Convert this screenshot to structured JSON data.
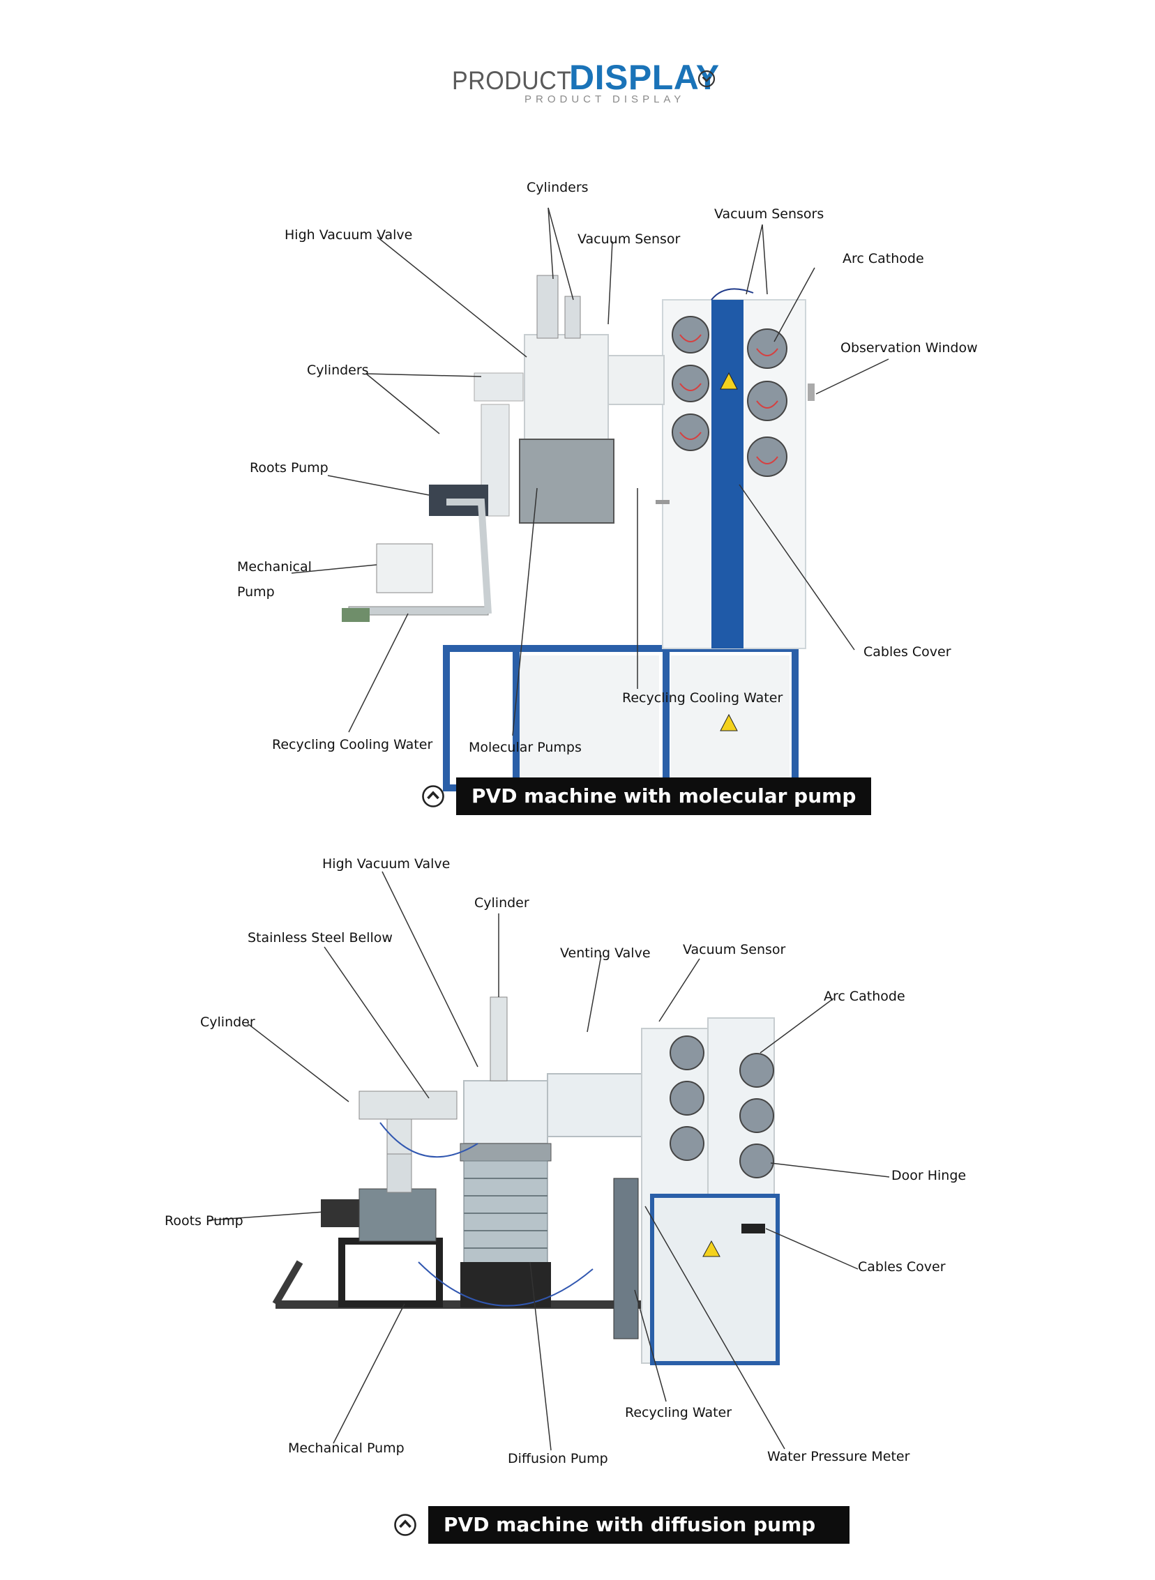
{
  "header": {
    "title_part1": "PRODUCT",
    "title_part2": "DISPLAY",
    "subtitle": "PRODUCT DISPLAY",
    "icon": "chevron-down-circle-icon",
    "accent_color": "#1a73b8"
  },
  "figure1": {
    "caption": "PVD machine with molecular pump",
    "caption_icon": "chevron-up-circle-icon",
    "labels": {
      "cylinders_top": "Cylinders",
      "high_vacuum_valve": "High Vacuum Valve",
      "vacuum_sensor": "Vacuum Sensor",
      "vacuum_sensors": "Vacuum Sensors",
      "arc_cathode": "Arc Cathode",
      "observation_window": "Observation Window",
      "cylinders_left": "Cylinders",
      "roots_pump": "Roots Pump",
      "mechanical_pump_line1": "Mechanical",
      "mechanical_pump_line2": "Pump",
      "cables_cover": "Cables Cover",
      "recycling_cooling_water_right": "Recycling Cooling Water",
      "recycling_cooling_water_left": "Recycling Cooling Water",
      "molecular_pumps": "Molecular Pumps"
    }
  },
  "figure2": {
    "caption": "PVD machine with diffusion pump",
    "caption_icon": "chevron-up-circle-icon",
    "labels": {
      "high_vacuum_valve": "High Vacuum Valve",
      "cylinder_top": "Cylinder",
      "stainless_steel_bellow": "Stainless Steel Bellow",
      "venting_valve": "Venting Valve",
      "vacuum_sensor": "Vacuum Sensor",
      "arc_cathode": "Arc Cathode",
      "cylinder_left": "Cylinder",
      "door_hinge": "Door Hinge",
      "roots_pump": "Roots Pump",
      "cables_cover": "Cables Cover",
      "recycling_water": "Recycling Water",
      "mechanical_pump": "Mechanical Pump",
      "diffusion_pump": "Diffusion Pump",
      "water_pressure_meter": "Water Pressure Meter"
    }
  },
  "colors": {
    "frame_blue": "#2a5fa8",
    "machine_white": "#e9eef1",
    "caption_bg": "#0d0d0d"
  }
}
